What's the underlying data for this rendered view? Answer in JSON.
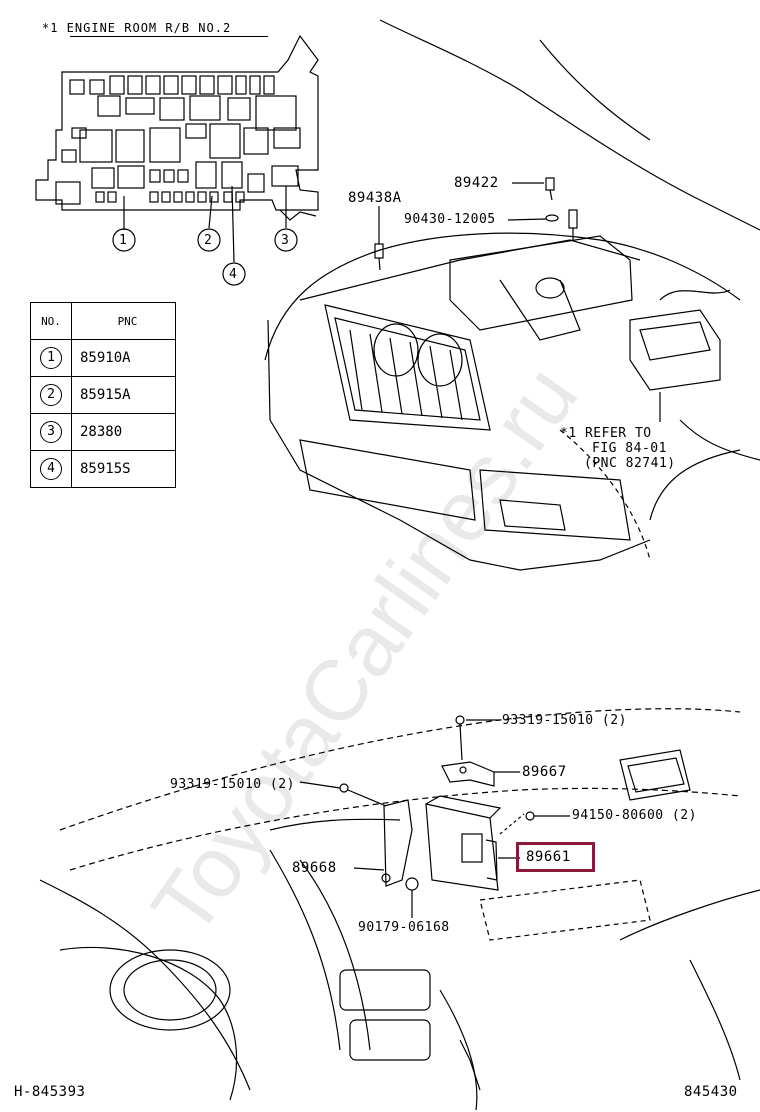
{
  "watermark": "ToyotaCarlines.ru",
  "inset": {
    "title": "*1 ENGINE ROOM R/B NO.2",
    "markers": [
      "1",
      "2",
      "3",
      "4"
    ]
  },
  "pnc_table": {
    "headers": {
      "no": "NO.",
      "pnc": "PNC"
    },
    "rows": [
      {
        "no": "1",
        "pnc": "85910A"
      },
      {
        "no": "2",
        "pnc": "85915A"
      },
      {
        "no": "3",
        "pnc": "28380"
      },
      {
        "no": "4",
        "pnc": "85915S"
      }
    ]
  },
  "engine_labels": {
    "p89438a": "89438A",
    "p89422": "89422",
    "p90430": "90430-12005",
    "refer_line1": "*1 REFER TO",
    "refer_line2": "FIG 84-01",
    "refer_line3": "(PNC 82741)"
  },
  "dash_labels": {
    "p93319_top": "93319-15010 (2)",
    "p89667": "89667",
    "p93319_left": "93319-15010 (2)",
    "p94150": "94150-80600 (2)",
    "p89661": "89661",
    "p89668": "89668",
    "p90179": "90179-06168"
  },
  "footer": {
    "left_code": "H-845393",
    "right_code": "845430"
  },
  "colors": {
    "highlight": "#8b1a3a",
    "ink": "#000000"
  }
}
